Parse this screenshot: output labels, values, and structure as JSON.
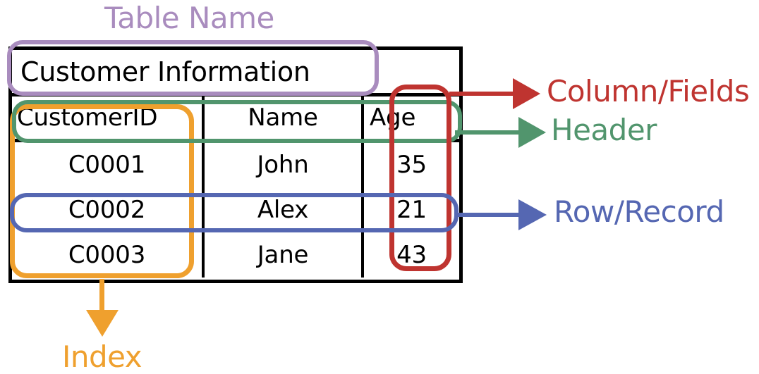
{
  "diagram": {
    "caption_table_name": "Table Name",
    "caption_index": "Index"
  },
  "table": {
    "title": "Customer Information",
    "columns": [
      "CustomerID",
      "Name",
      "Age"
    ],
    "rows": [
      {
        "CustomerID": "C0001",
        "Name": "John",
        "Age": "35"
      },
      {
        "CustomerID": "C0002",
        "Name": "Alex",
        "Age": "21"
      },
      {
        "CustomerID": "C0003",
        "Name": "Jane",
        "Age": "43"
      }
    ]
  },
  "annotations": [
    {
      "key": "column_fields",
      "label": "Column/Fields",
      "color": "#bf3430",
      "target": "Age column"
    },
    {
      "key": "header",
      "label": "Header",
      "color": "#51956d",
      "target": "header row"
    },
    {
      "key": "row_record",
      "label": "Row/Record",
      "color": "#5567b2",
      "target": "C0002 row"
    },
    {
      "key": "index",
      "label": "Index",
      "color": "#efa02e",
      "target": "CustomerID column"
    },
    {
      "key": "table_name",
      "label": "Table Name",
      "color": "#a98cbe",
      "target": "title row"
    }
  ],
  "colors": {
    "table_name": "#a98cbe",
    "header": "#51956d",
    "index": "#efa02e",
    "column_fields": "#bf3430",
    "row_record": "#5567b2",
    "table_border": "#000000",
    "text": "#000000",
    "background": "#ffffff"
  }
}
